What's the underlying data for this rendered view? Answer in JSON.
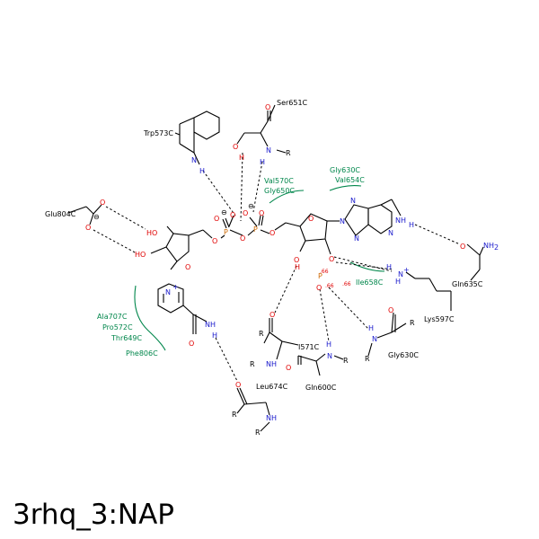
{
  "title": "3rhq_3:NAP",
  "residues": {
    "ser651": "Ser651C",
    "trp573": "Trp573C",
    "glu804": "Glu804C",
    "val570": "Val570C",
    "gly650": "Gly650C",
    "gly630_top": "Gly630C",
    "val654": "Val654C",
    "ile658": "Ile658C",
    "gln635": "Gln635C",
    "lys597": "Lys597C",
    "gly630_bottom": "Gly630C",
    "ala707": "Ala707C",
    "pro572": "Pro572C",
    "thr649": "Thr649C",
    "phe806": "Phe806C",
    "ile571": "I571C",
    "gln600": "Gln600C",
    "leu674": "Leu674C"
  },
  "atoms": {
    "O": "O",
    "N": "N",
    "H": "H",
    "P": "P",
    "R": "R",
    "NH": "NH",
    "HO": "HO",
    "NH2": "NH",
    "two": "2",
    "plus": "+",
    "minus": "⊖"
  },
  "distances": {
    "d1": ".66",
    "d2": ".66",
    "d3": ".66"
  },
  "colors": {
    "bond": "#000000",
    "oxygen": "#e00000",
    "nitrogen": "#1a1acc",
    "phosphorus": "#cc6600",
    "hydrophobic": "#00864b"
  }
}
